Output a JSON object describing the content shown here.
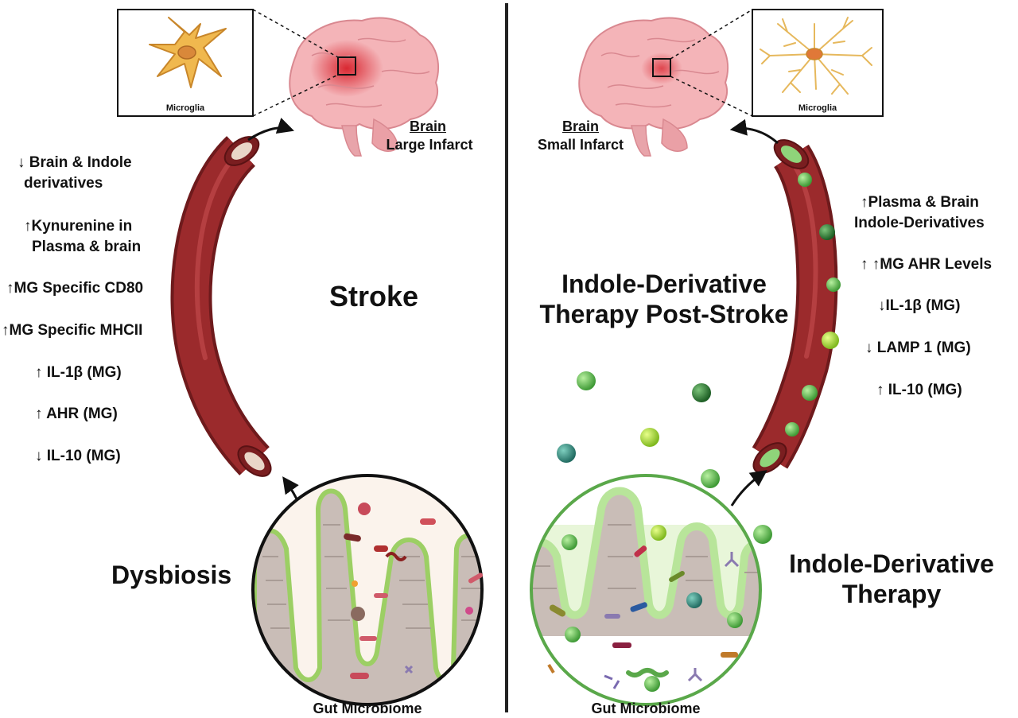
{
  "left_panel": {
    "microglia_label": "Microglia",
    "brain_heading": "Brain",
    "brain_subheading": "Large Infarct",
    "center_title": "Stroke",
    "gut_title": "Dysbiosis",
    "gut_caption": "Gut Microbiome",
    "effects": [
      "↓ Brain & Indole",
      "derivatives",
      "↑Kynurenine in",
      "Plasma & brain",
      "↑MG Specific CD80",
      "↑MG Specific MHCII",
      "↑ IL-1β (MG)",
      "↑ AHR (MG)",
      "↓ IL-10 (MG)"
    ]
  },
  "right_panel": {
    "microglia_label": "Microglia",
    "brain_heading": "Brain",
    "brain_subheading": "Small Infarct",
    "center_title_line1": "Indole-Derivative",
    "center_title_line2": "Therapy Post-Stroke",
    "gut_title_line1": "Indole-Derivative",
    "gut_title_line2": "Therapy",
    "gut_caption": "Gut Microbiome",
    "effects": [
      "↑Plasma & Brain",
      "Indole-Derivatives",
      "↑ ↑MG AHR Levels",
      "↓IL-1β (MG)",
      "↓ LAMP 1 (MG)",
      "↑ IL-10 (MG)"
    ]
  },
  "colors": {
    "vessel": "#9b2a2c",
    "vessel_dark": "#6e1a1c",
    "microglia_left": "#f0b84e",
    "microglia_right": "#e6b85c",
    "gut_ring_left": "#111111",
    "gut_ring_right": "#5aa84a",
    "indole_green": "#58c04a"
  },
  "icons": [
    "brain-icon",
    "microglia-icon",
    "blood-vessel-icon",
    "gut-villi-icon",
    "bacteria-icon",
    "indole-molecule-icon",
    "arrow-icon"
  ]
}
